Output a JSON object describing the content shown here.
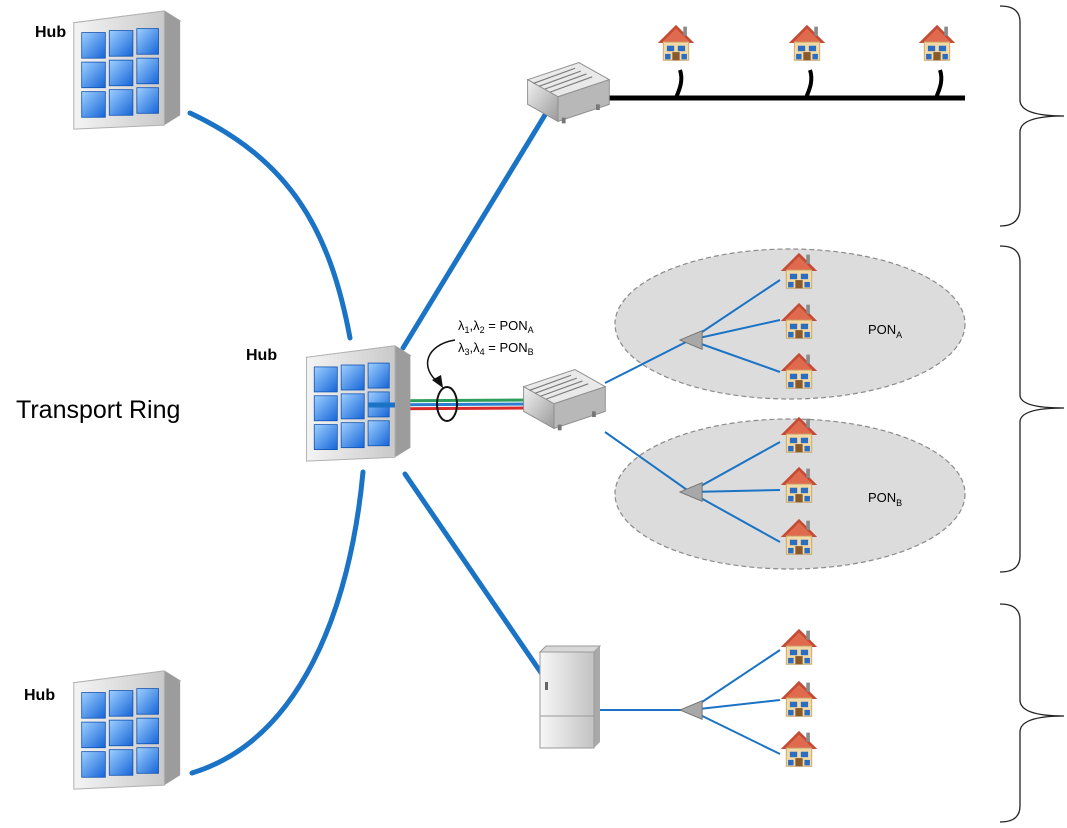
{
  "hubs": {
    "top": {
      "label": "Hub"
    },
    "center": {
      "label": "Hub"
    },
    "bottom": {
      "label": "Hub"
    }
  },
  "ring": {
    "label": "Transport Ring"
  },
  "wavelengths": {
    "line1": {
      "l1": "λ",
      "s1": "1",
      "comma": ",",
      "l2": "λ",
      "s2": "2",
      "eq": " = PON",
      "pon_sub": "A"
    },
    "line2": {
      "l1": "λ",
      "s1": "3",
      "comma": ",",
      "l2": "λ",
      "s2": "4",
      "eq": " = PON",
      "pon_sub": "B"
    }
  },
  "pons": {
    "a": {
      "label": "PON",
      "sub": "A"
    },
    "b": {
      "label": "PON",
      "sub": "B"
    }
  },
  "icons": {
    "hub": "office-building-icon",
    "node": "optical-node-icon",
    "cabinet": "street-cabinet-icon",
    "home": "house-icon",
    "splitter": "splitter-icon"
  },
  "colors": {
    "link": "#1a73c5",
    "pon_fill": "#dcdcdc",
    "fiber_green": "#2e9e5b",
    "fiber_blue": "#2a7fd0",
    "fiber_red": "#d92b2b",
    "bus": "#000000"
  }
}
